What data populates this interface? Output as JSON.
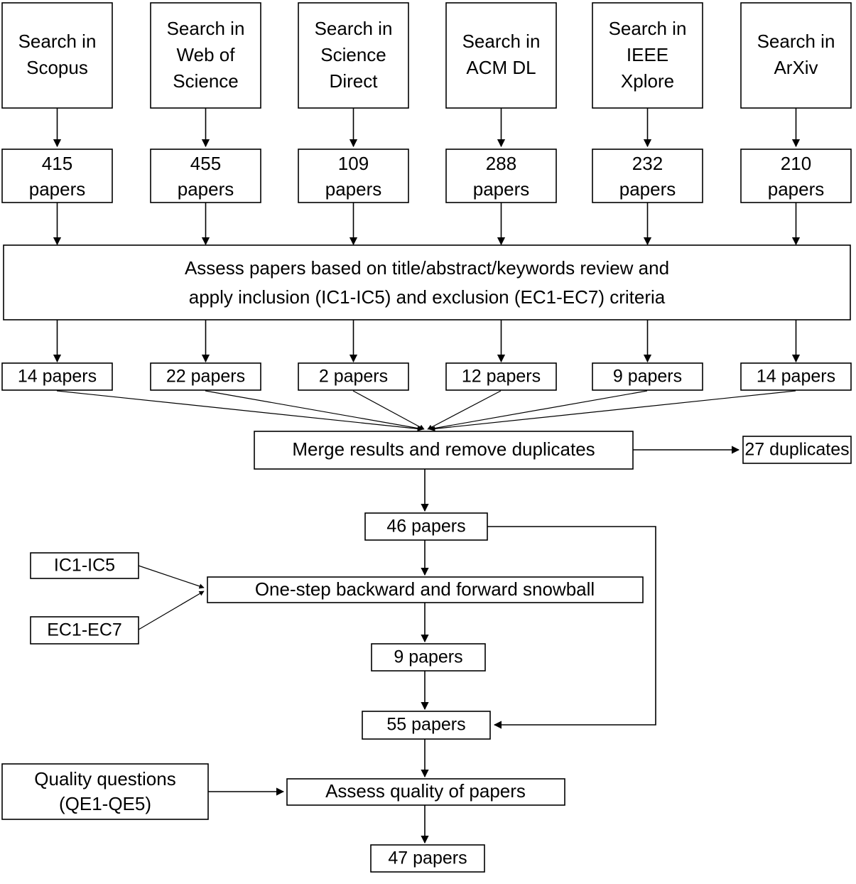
{
  "diagram": {
    "title": "Systematic literature review search and selection flowchart",
    "type": "flowchart",
    "colors": {
      "background": "#ffffff",
      "box_stroke": "#000000",
      "text": "#000000",
      "edge": "#000000"
    },
    "sources": [
      {
        "search_line1": "Search in",
        "search_line2": "Scopus",
        "search_line3": "",
        "count_line1": "415",
        "count_line2": "papers",
        "selected": "14 papers"
      },
      {
        "search_line1": "Search in",
        "search_line2": "Web of",
        "search_line3": "Science",
        "count_line1": "455",
        "count_line2": "papers",
        "selected": "22 papers"
      },
      {
        "search_line1": "Search in",
        "search_line2": "Science",
        "search_line3": "Direct",
        "count_line1": "109",
        "count_line2": "papers",
        "selected": "2 papers"
      },
      {
        "search_line1": "Search in",
        "search_line2": "ACM DL",
        "search_line3": "",
        "count_line1": "288",
        "count_line2": "papers",
        "selected": "12 papers"
      },
      {
        "search_line1": "Search in",
        "search_line2": "IEEE",
        "search_line3": "Xplore",
        "count_line1": "232",
        "count_line2": "papers",
        "selected": "9 papers"
      },
      {
        "search_line1": "Search in",
        "search_line2": "ArXiv",
        "search_line3": "",
        "count_line1": "210",
        "count_line2": "papers",
        "selected": "14 papers"
      }
    ],
    "assess_box": {
      "line1": "Assess papers based on title/abstract/keywords review and",
      "line2": "apply inclusion (IC1-IC5) and exclusion (EC1-EC7) criteria"
    },
    "merge_box": {
      "label": "Merge results and remove duplicates"
    },
    "duplicates_box": {
      "label": "27 duplicates"
    },
    "merged_papers_box": {
      "label": "46 papers"
    },
    "inclusion_criteria_box": {
      "label": "IC1-IC5"
    },
    "exclusion_criteria_box": {
      "label": "EC1-EC7"
    },
    "snowball_box": {
      "label": "One-step backward and forward snowball"
    },
    "snowball_papers_box": {
      "label": "9 papers"
    },
    "combined_papers_box": {
      "label": "55 papers"
    },
    "quality_questions_box": {
      "line1": "Quality questions",
      "line2": "(QE1-QE5)"
    },
    "assess_quality_box": {
      "label": "Assess quality of papers"
    },
    "final_papers_box": {
      "label": "47 papers"
    }
  }
}
